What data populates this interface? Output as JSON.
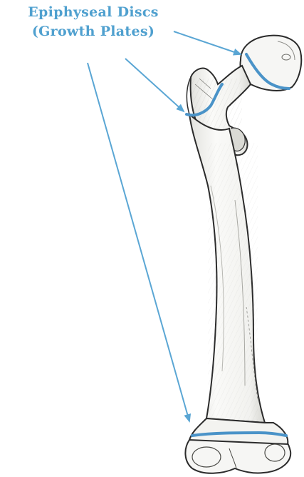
{
  "label": {
    "line1": "Epiphyseal Discs",
    "line2": "(Growth Plates)"
  },
  "colors": {
    "label_text": "#4fa0cf",
    "arrow": "#5aa6d4",
    "growth_plate": "#4a93c8",
    "bone_fill": "#f4f4f2",
    "bone_outline": "#2b2b2b"
  },
  "illustration": {
    "subject": "femur",
    "labelled_feature": "growth plates"
  }
}
